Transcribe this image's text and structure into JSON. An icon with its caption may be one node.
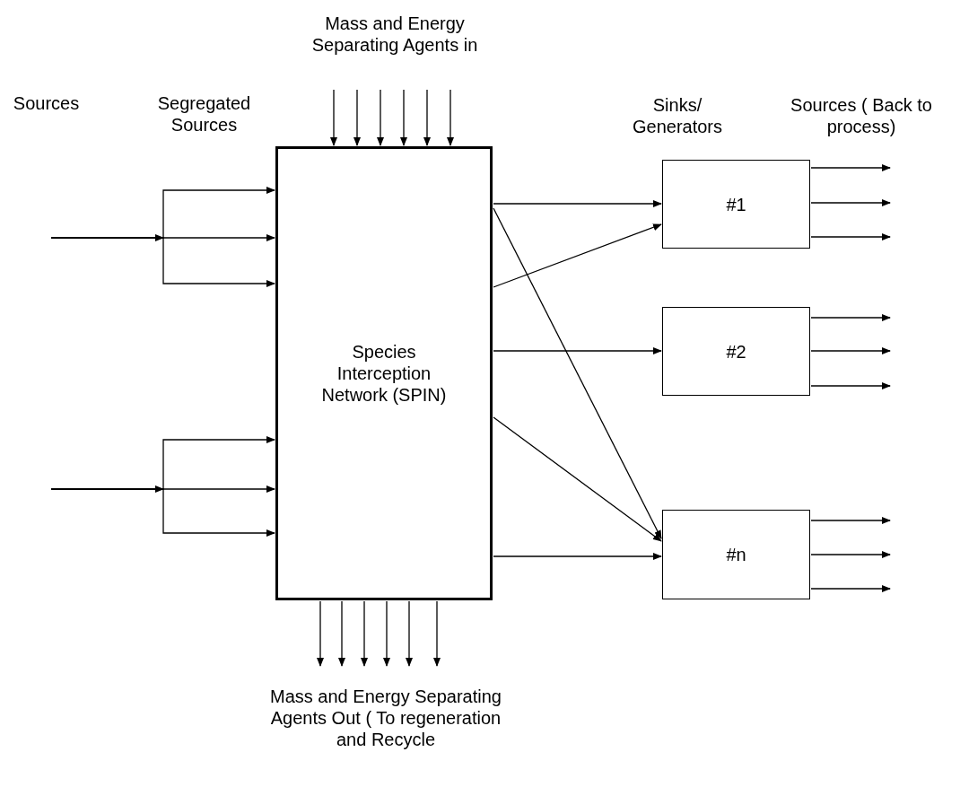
{
  "diagram": {
    "nodes": [
      {
        "text": [
          "Species Interception Network (SPIN)"
        ]
      },
      {
        "text": [
          "#1"
        ]
      },
      {
        "text": [
          "#2"
        ]
      },
      {
        "text": [
          "#n"
        ]
      }
    ],
    "edges": [
      {
        "from": null,
        "to": 0,
        "arrow": "to"
      },
      {
        "from": null,
        "to": 0,
        "arrow": "to"
      },
      {
        "from": null,
        "to": 0,
        "arrow": "to"
      },
      {
        "from": null,
        "to": 0,
        "arrow": "to"
      },
      {
        "from": null,
        "to": 0,
        "arrow": "to"
      },
      {
        "from": null,
        "to": 0,
        "arrow": "to"
      },
      {
        "from": null,
        "to": 0,
        "arrow": "to"
      },
      {
        "from": null,
        "to": 0,
        "arrow": "to"
      },
      {
        "from": null,
        "to": 0,
        "arrow": "to"
      },
      {
        "from": null,
        "to": 0,
        "arrow": "to"
      },
      {
        "from": null,
        "to": 0,
        "arrow": "to"
      },
      {
        "from": null,
        "to": 0,
        "arrow": "to"
      },
      {
        "from": 0,
        "to": 1,
        "arrow": "to"
      },
      {
        "from": 0,
        "to": 3,
        "arrow": "to"
      },
      {
        "from": 0,
        "to": 1,
        "arrow": "to"
      },
      {
        "from": 0,
        "to": 2,
        "arrow": "to"
      },
      {
        "from": 0,
        "to": 3,
        "arrow": "to"
      },
      {
        "from": 0,
        "to": 3,
        "arrow": "to"
      },
      {
        "from": 1,
        "to": null,
        "arrow": "to"
      },
      {
        "from": 1,
        "to": null,
        "arrow": "to"
      },
      {
        "from": 1,
        "to": null,
        "arrow": "to"
      },
      {
        "from": 2,
        "to": null,
        "arrow": "to"
      },
      {
        "from": 2,
        "to": null,
        "arrow": "to"
      },
      {
        "from": 2,
        "to": null,
        "arrow": "to"
      },
      {
        "from": 3,
        "to": null,
        "arrow": "to"
      },
      {
        "from": 3,
        "to": null,
        "arrow": "to"
      },
      {
        "from": 3,
        "to": null,
        "arrow": "to"
      },
      {
        "from": 0,
        "to": null,
        "arrow": "to"
      },
      {
        "from": 0,
        "to": null,
        "arrow": "to"
      },
      {
        "from": 0,
        "to": null,
        "arrow": "to"
      },
      {
        "from": 0,
        "to": null,
        "arrow": "to"
      },
      {
        "from": 0,
        "to": null,
        "arrow": "to"
      },
      {
        "from": 0,
        "to": null,
        "arrow": "to"
      }
    ],
    "labels": [
      "Mass and Energy Separating Agents in",
      "Sources",
      "Segregated Sources",
      "Sinks/ Generators",
      "Sources ( Back to process)",
      "Mass and Energy Separating Agents Out ( To regeneration and Recycle"
    ]
  }
}
